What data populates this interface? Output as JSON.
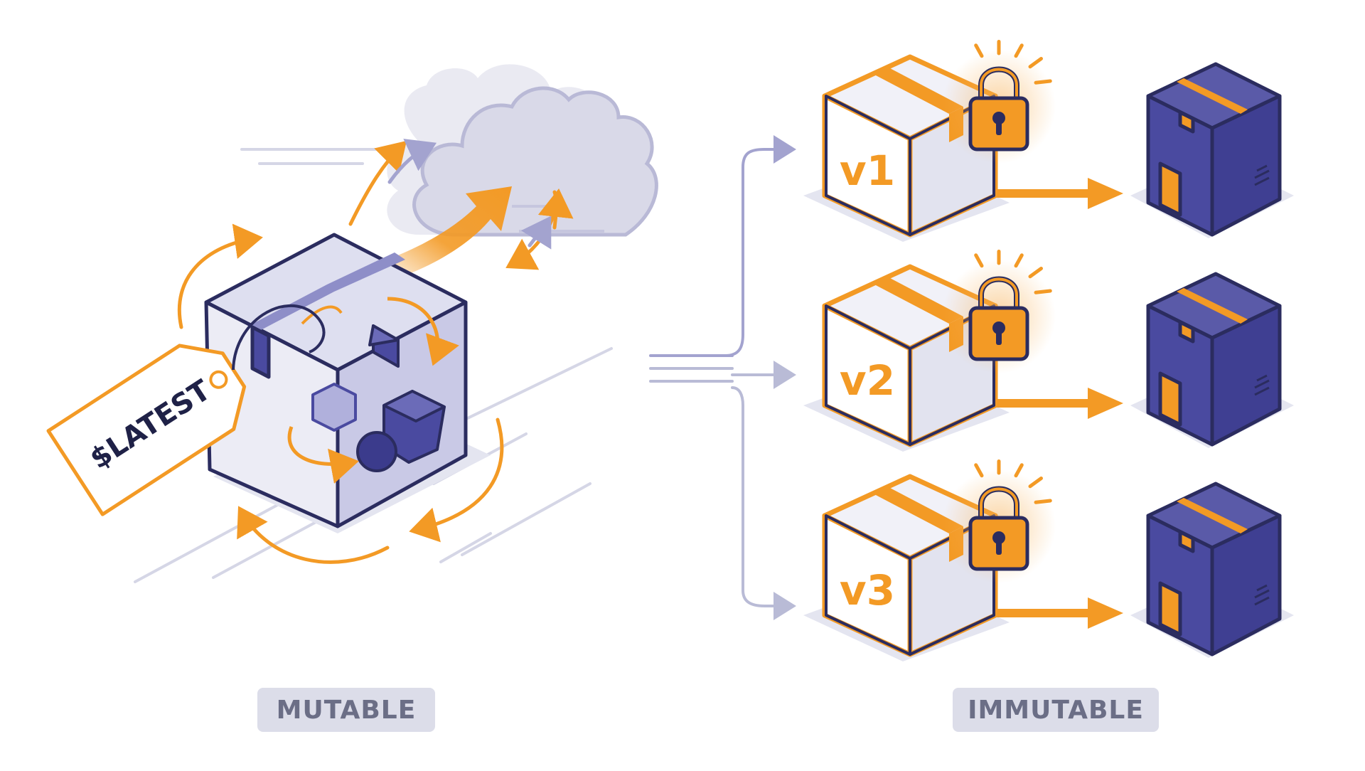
{
  "tag": {
    "label": "$LATEST"
  },
  "labels": {
    "mutable": "MUTABLE",
    "immutable": "IMMUTABLE"
  },
  "versions": [
    {
      "label": "v1",
      "locked": true
    },
    {
      "label": "v2",
      "locked": true
    },
    {
      "label": "v3",
      "locked": true
    }
  ],
  "colors": {
    "accent": "#f39a25",
    "navy": "#2b2c5f",
    "purple": "#4a4aa0",
    "box_light": "#e4e5f1",
    "cloud": "#dcdcea",
    "pill_bg": "#dcdde9",
    "pill_text": "#6b6e86"
  },
  "icons": [
    "cloud-icon",
    "lock-icon",
    "tag-icon",
    "box-icon",
    "arrow-icon"
  ]
}
